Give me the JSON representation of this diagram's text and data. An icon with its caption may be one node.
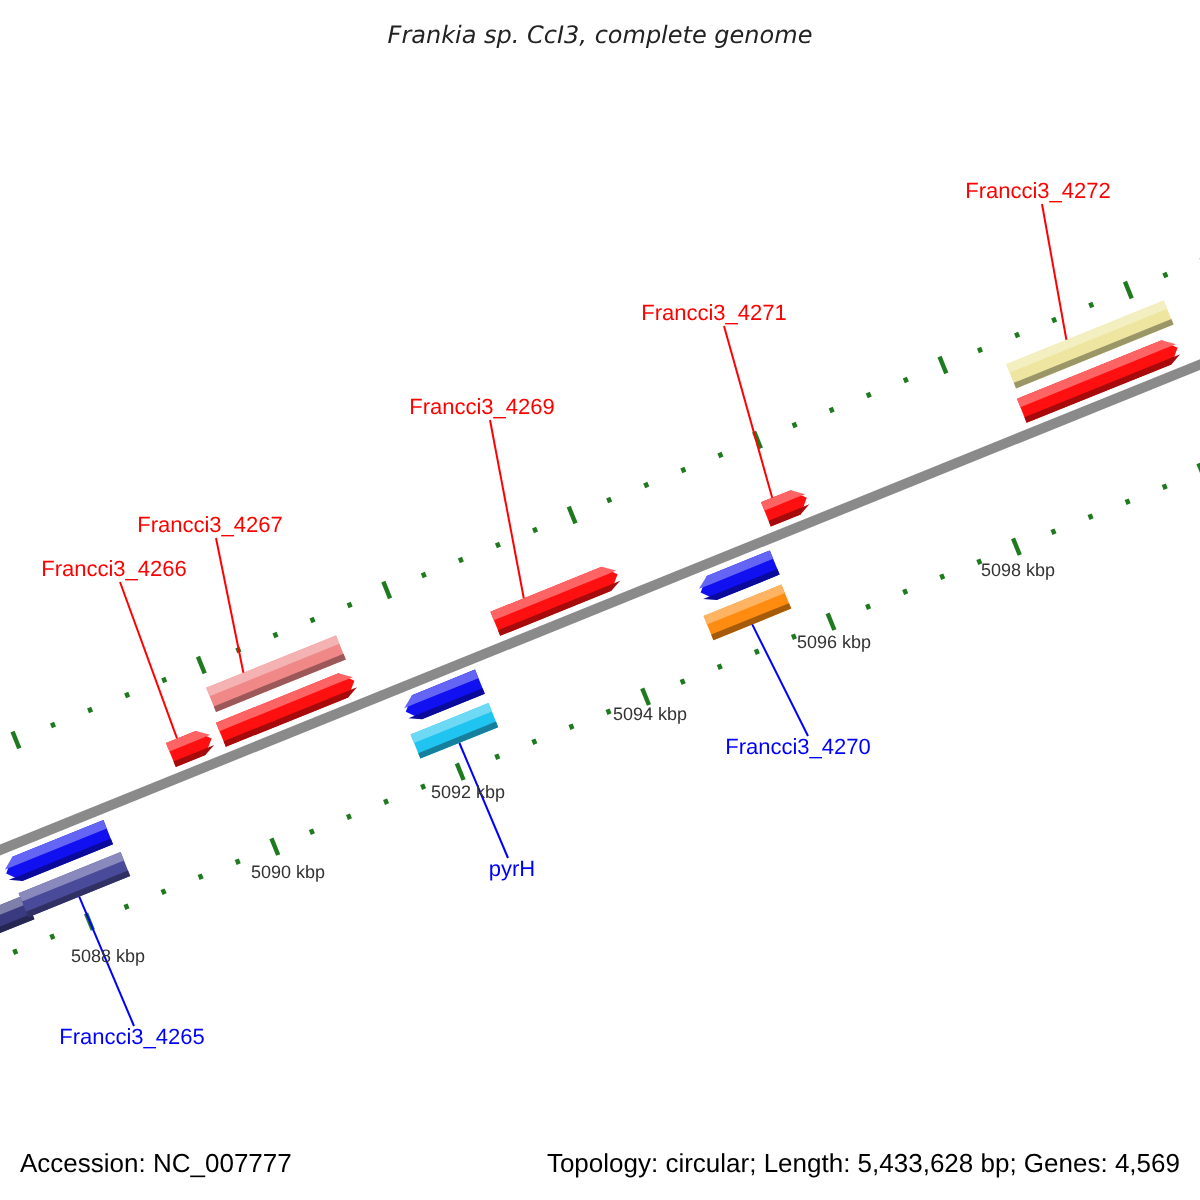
{
  "diagram": {
    "title": "Frankia sp. CcI3, complete genome",
    "nodes": [
      {
        "text": [
          "Francci3_4272"
        ]
      },
      {
        "text": [
          "Francci3_4271"
        ]
      },
      {
        "text": [
          "Francci3_4269"
        ]
      },
      {
        "text": [
          "Francci3_4267"
        ]
      },
      {
        "text": [
          "Francci3_4266"
        ]
      },
      {
        "text": [
          "Francci3_4270"
        ]
      },
      {
        "text": [
          "pyrH"
        ]
      },
      {
        "text": [
          "Francci3_4265"
        ]
      },
      {
        "text": [],
        "shape": "bar"
      },
      {
        "text": [],
        "shape": "bar"
      },
      {
        "text": [],
        "shape": "bar"
      },
      {
        "text": [],
        "shape": "bar"
      },
      {
        "text": [],
        "shape": "bar"
      },
      {
        "text": [],
        "shape": "bar"
      },
      {
        "text": [],
        "shape": "bar"
      },
      {
        "text": [],
        "shape": "bar"
      },
      {
        "text": [],
        "shape": "bar"
      },
      {
        "text": [],
        "shape": "bar"
      },
      {
        "text": [],
        "shape": "bar"
      },
      {
        "text": [],
        "shape": "bar"
      },
      {
        "text": [],
        "shape": "bar"
      },
      {
        "text": [],
        "shape": "bar"
      }
    ],
    "edges": [
      {
        "from": 4,
        "to": 11,
        "arrow": "none",
        "color": "#ff0000"
      },
      {
        "from": 3,
        "to": 13,
        "arrow": "none",
        "color": "#ff0000"
      },
      {
        "from": 2,
        "to": 16,
        "arrow": "none",
        "color": "#ff0000"
      },
      {
        "from": 1,
        "to": 19,
        "arrow": "none",
        "color": "#ff0000"
      },
      {
        "from": 0,
        "to": 20,
        "arrow": "none",
        "color": "#ff0000"
      },
      {
        "from": 5,
        "to": 18,
        "arrow": "none",
        "color": "#0000ff"
      },
      {
        "from": 6,
        "to": 15,
        "arrow": "none",
        "color": "#0000ff"
      },
      {
        "from": 7,
        "to": 10,
        "arrow": "none",
        "color": "#0000ff"
      }
    ],
    "labels": [
      "5098 kbp",
      "5096 kbp",
      "5094 kbp",
      "5092 kbp",
      "5090 kbp",
      "5088 kbp",
      "Accession: NC_007777",
      "Topology: circular; Length: 5,433,628 bp; Genes: 4,569"
    ]
  }
}
